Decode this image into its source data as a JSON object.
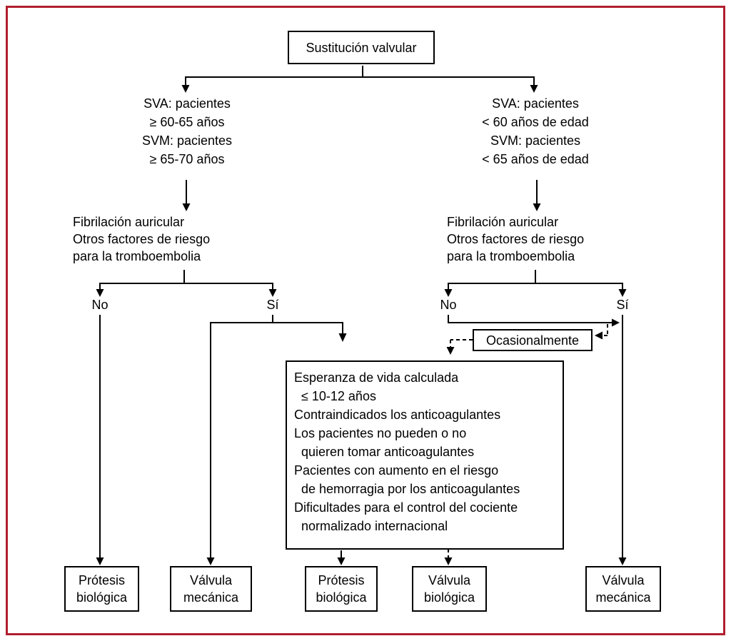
{
  "palette": {
    "frame_border": "#b01f2e",
    "ink": "#000000",
    "background": "#ffffff"
  },
  "flowchart": {
    "root": "Sustitución valvular",
    "left": {
      "age_criteria": "SVA: pacientes\n≥ 60-65 años\nSVM: pacientes\n≥ 65-70 años",
      "risk_factors": "Fibrilación auricular\nOtros factores de riesgo\npara la tromboembolia",
      "no": "No",
      "yes": "Sí"
    },
    "right": {
      "age_criteria": "SVA: pacientes\n< 60 años de edad\nSVM: pacientes\n< 65 años de edad",
      "risk_factors": "Fibrilación auricular\nOtros factores de riesgo\npara la tromboembolia",
      "no": "No",
      "yes": "Sí",
      "occasionally": "Ocasionalmente"
    },
    "considerations": "Esperanza de vida calculada\n  ≤ 10-12 años\nContraindicados los anticoagulantes\nLos pacientes no pueden o no\n  quieren tomar anticoagulantes\nPacientes con aumento en el riesgo\n  de hemorragia por los anticoagulantes\nDificultades para el control del cociente\n  normalizado internacional",
    "outcomes": {
      "left_no": "Prótesis\nbiológica",
      "left_yes": "Válvula\nmecánica",
      "considerations_main": "Prótesis\nbiológica",
      "considerations_alt": "Válvula\nbiológica",
      "right_yes": "Válvula\nmecánica"
    }
  }
}
